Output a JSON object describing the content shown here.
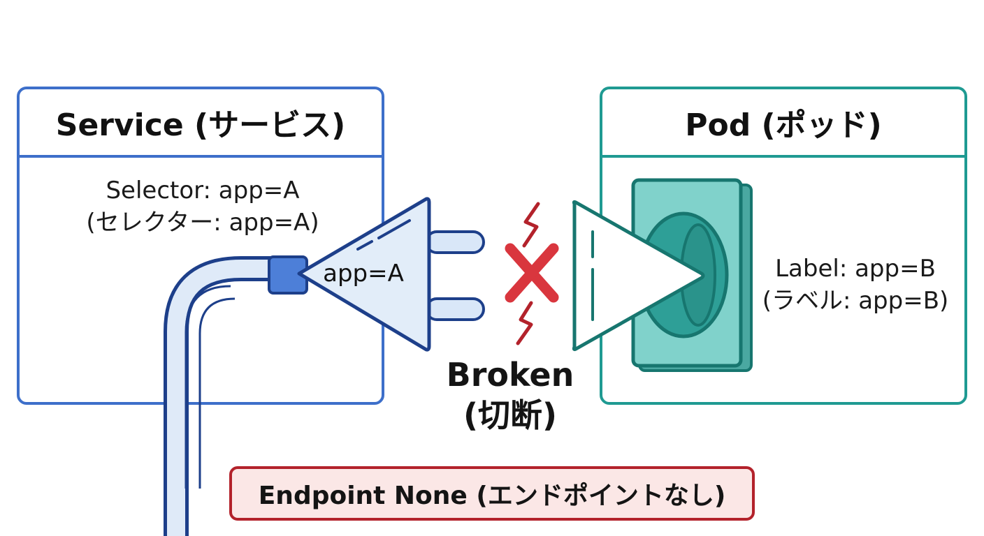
{
  "service": {
    "title": "Service (サービス)",
    "selector_line1": "Selector: app=A",
    "selector_line2": "(セレクター: app=A)"
  },
  "pod": {
    "title": "Pod (ポッド)",
    "label_line1": "Label: app=B",
    "label_line2": "(ラベル: app=B)"
  },
  "plug": {
    "label": "app=A"
  },
  "status": {
    "broken": "Broken",
    "broken_sub": "(切断)",
    "endpoint": "Endpoint None (エンドポイントなし)"
  },
  "colors": {
    "service_blue": "#3d6fca",
    "pod_teal": "#1f9a92",
    "error_red": "#b3222b"
  }
}
